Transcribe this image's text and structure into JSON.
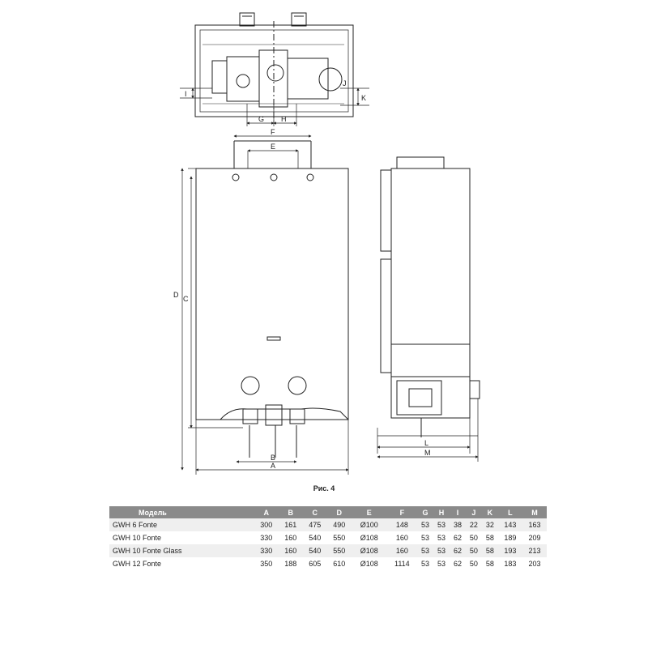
{
  "figure": {
    "caption": "Рис. 4",
    "top_view_labels": {
      "g": "G",
      "h": "H",
      "i": "I",
      "j": "J",
      "k": "K"
    },
    "front_view_labels": {
      "f": "F",
      "e": "E",
      "d": "D",
      "c": "C",
      "b": "B",
      "a": "A"
    },
    "side_view_labels": {
      "l": "L",
      "m": "M"
    }
  },
  "spec_table": {
    "columns": [
      "Модель",
      "A",
      "B",
      "C",
      "D",
      "E",
      "F",
      "G",
      "H",
      "I",
      "J",
      "K",
      "L",
      "M"
    ],
    "rows": [
      [
        "GWH 6 Fonte",
        "300",
        "161",
        "475",
        "490",
        "Ø100",
        "148",
        "53",
        "53",
        "38",
        "22",
        "32",
        "143",
        "163"
      ],
      [
        "GWH 10 Fonte",
        "330",
        "160",
        "540",
        "550",
        "Ø108",
        "160",
        "53",
        "53",
        "62",
        "50",
        "58",
        "189",
        "209"
      ],
      [
        "GWH 10 Fonte Glass",
        "330",
        "160",
        "540",
        "550",
        "Ø108",
        "160",
        "53",
        "53",
        "62",
        "50",
        "58",
        "193",
        "213"
      ],
      [
        "GWH 12 Fonte",
        "350",
        "188",
        "605",
        "610",
        "Ø108",
        "1114",
        "53",
        "53",
        "62",
        "50",
        "58",
        "183",
        "203"
      ]
    ]
  }
}
